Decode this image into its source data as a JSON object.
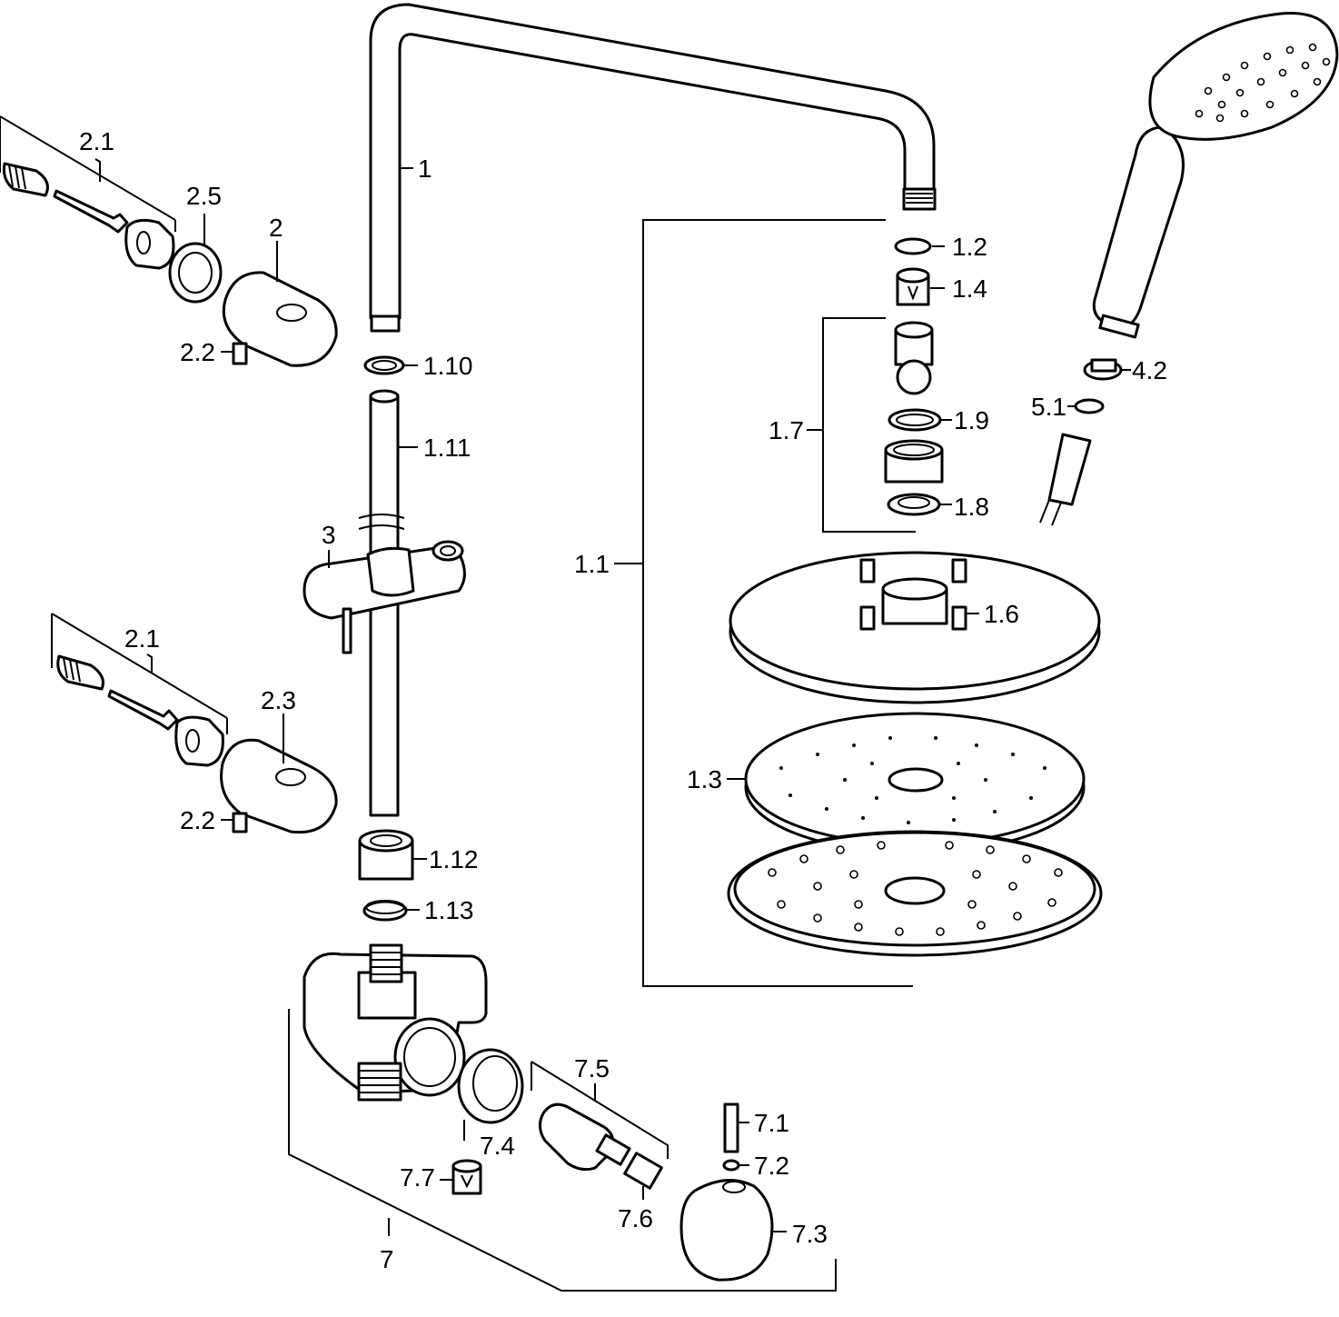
{
  "labels": {
    "p1": "1",
    "p1_1": "1.1",
    "p1_2": "1.2",
    "p1_3": "1.3",
    "p1_4": "1.4",
    "p1_6": "1.6",
    "p1_7": "1.7",
    "p1_8": "1.8",
    "p1_9": "1.9",
    "p1_10": "1.10",
    "p1_11": "1.11",
    "p1_12": "1.12",
    "p1_13": "1.13",
    "p2": "2",
    "p2_1_top": "2.1",
    "p2_1_bottom": "2.1",
    "p2_2_top": "2.2",
    "p2_2_bottom": "2.2",
    "p2_3": "2.3",
    "p2_5": "2.5",
    "p3": "3",
    "p4_2": "4.2",
    "p5_1": "5.1",
    "p7": "7",
    "p7_1": "7.1",
    "p7_2": "7.2",
    "p7_3": "7.3",
    "p7_4": "7.4",
    "p7_5": "7.5",
    "p7_6": "7.6",
    "p7_7": "7.7"
  },
  "colors": {
    "line": "#000000",
    "fill": "#ffffff"
  }
}
